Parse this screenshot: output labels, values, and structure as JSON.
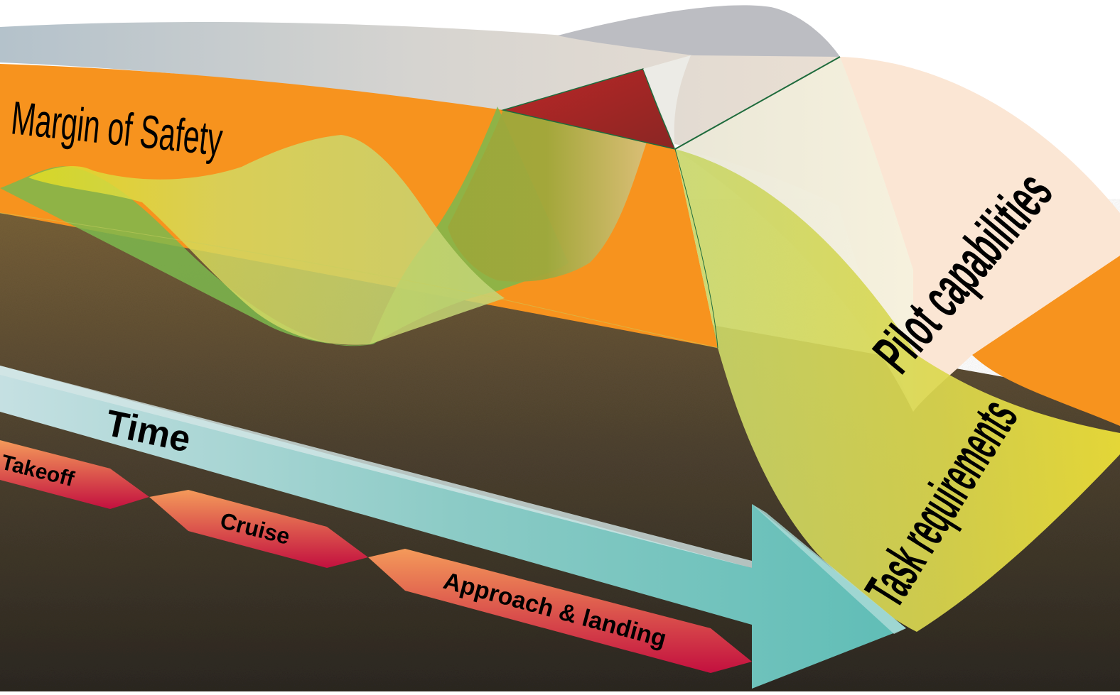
{
  "diagram": {
    "title_labels": {
      "margin_of_safety": "Margin of Safety",
      "pilot_capabilities": "Pilot capabilities",
      "task_requirements": "Task requirements",
      "time_axis": "Time"
    },
    "phases": [
      {
        "label": "Takeoff"
      },
      {
        "label": "Cruise"
      },
      {
        "label": "Approach & landing"
      }
    ],
    "colors": {
      "margin_band": "#f7931e",
      "pilot_capability_band": "#fbe6d4",
      "task_requirement_band": "#d7dc5a",
      "green_wave": "#7db84e",
      "danger_zone": "#a3262a",
      "time_arrow": "#7cc6c2",
      "phase_chevron_top": "#f29a5c",
      "phase_chevron_bottom": "#c4123f",
      "ground": "#4a3e2c",
      "sky_gray": "#bfc5cc"
    }
  }
}
